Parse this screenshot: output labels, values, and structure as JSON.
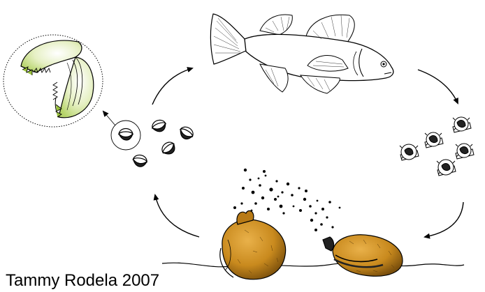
{
  "credit": "Tammy Rodela 2007",
  "colors": {
    "background": "#ffffff",
    "outline": "#000000",
    "clam_body": "#c98a1e",
    "clam_shadow": "#8a5a10",
    "glochidium_tint": "#c8e08a",
    "glochidium_hook": "#9ac23c"
  },
  "stages": [
    {
      "name": "fish-host",
      "icon": "fish-icon"
    },
    {
      "name": "encysted-glochidia",
      "icon": "cyst-icon"
    },
    {
      "name": "juvenile-and-adult-mussels",
      "icon": "mussel-icon"
    },
    {
      "name": "released-glochidia",
      "icon": "glochidium-icon"
    },
    {
      "name": "glochidium-enlarged",
      "icon": "glochidium-detail-icon"
    }
  ]
}
